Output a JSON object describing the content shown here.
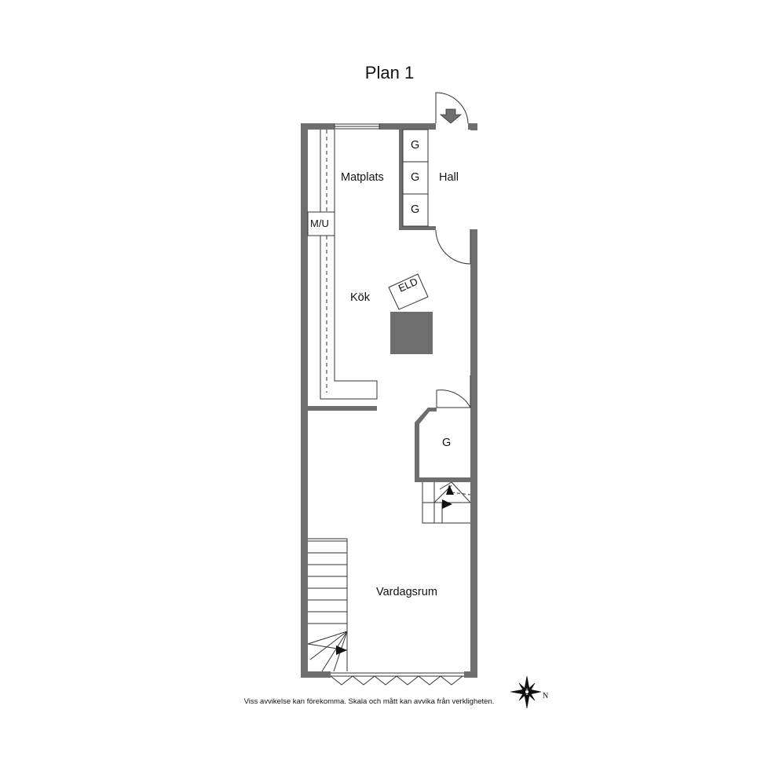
{
  "plan": {
    "title": "Plan 1",
    "rooms": {
      "matplats": "Matplats",
      "hall": "Hall",
      "kok": "Kök",
      "vardagsrum": "Vardagsrum"
    },
    "closet_label": "G",
    "appliance_label": "M/U",
    "fireplace_label": "ELD"
  },
  "compass": {
    "north": "N"
  },
  "footer": {
    "disclaimer": "Viss avvikelse kan förekomma. Skala och mått kan avvika från verkligheten."
  },
  "colors": {
    "wall": "#6e6e6e",
    "line": "#333333",
    "fill_dark": "#6e6e6e"
  }
}
